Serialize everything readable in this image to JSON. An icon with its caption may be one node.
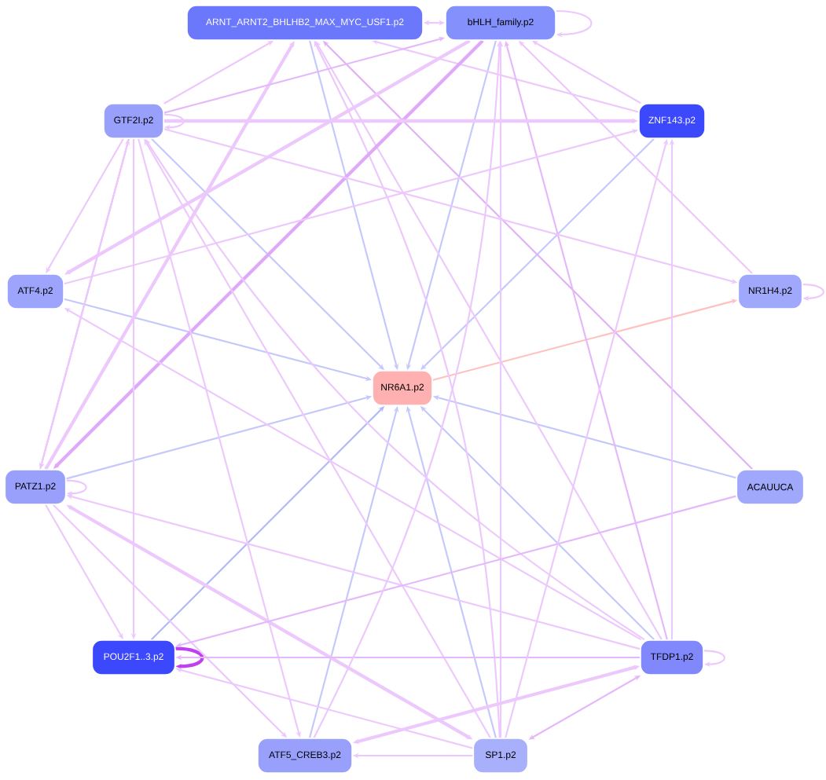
{
  "diagram": {
    "nodes": [
      {
        "text": [
          "ARNT_ARNT2_BHLHB2_MAX_MYC_USF1.p2"
        ]
      },
      {
        "text": [
          "bHLH_family.p2"
        ]
      },
      {
        "text": [
          "GTF2I.p2"
        ]
      },
      {
        "text": [
          "ZNF143.p2"
        ]
      },
      {
        "text": [
          "ATF4.p2"
        ]
      },
      {
        "text": [
          "NR1H4.p2"
        ]
      },
      {
        "text": [
          "NR6A1.p2"
        ]
      },
      {
        "text": [
          "PATZ1.p2"
        ]
      },
      {
        "text": [
          "ACAUUCA"
        ]
      },
      {
        "text": [
          "POU2F1..3.p2"
        ]
      },
      {
        "text": [
          "TFDP1.p2"
        ]
      },
      {
        "text": [
          "ATF5_CREB3.p2"
        ]
      },
      {
        "text": [
          "SP1.p2"
        ]
      }
    ],
    "edges": [
      {
        "from": 0,
        "to": 1,
        "arrow": "both"
      },
      {
        "from": 1,
        "to": 1,
        "arrow": "to"
      },
      {
        "from": 2,
        "to": 2,
        "arrow": "to"
      },
      {
        "from": 5,
        "to": 5,
        "arrow": "to"
      },
      {
        "from": 7,
        "to": 7,
        "arrow": "to"
      },
      {
        "from": 9,
        "to": 9,
        "arrow": "to",
        "style": "thick",
        "color": "#c040f0"
      },
      {
        "from": 10,
        "to": 10,
        "arrow": "to"
      },
      {
        "from": 0,
        "to": 6,
        "arrow": "to",
        "color": "#c4c8fc"
      },
      {
        "from": 1,
        "to": 6,
        "arrow": "to",
        "color": "#c4c8fc"
      },
      {
        "from": 2,
        "to": 6,
        "arrow": "to",
        "color": "#c4c8fc"
      },
      {
        "from": 3,
        "to": 6,
        "arrow": "to",
        "color": "#c4c8fc"
      },
      {
        "from": 4,
        "to": 6,
        "arrow": "to",
        "color": "#c4c8fc"
      },
      {
        "from": 7,
        "to": 6,
        "arrow": "to",
        "color": "#c4c8fc"
      },
      {
        "from": 9,
        "to": 6,
        "arrow": "to",
        "color": "#b0b8f8"
      },
      {
        "from": 11,
        "to": 6,
        "arrow": "to",
        "color": "#c4c8fc"
      },
      {
        "from": 12,
        "to": 6,
        "arrow": "to",
        "color": "#c4c8fc"
      },
      {
        "from": 8,
        "to": 6,
        "arrow": "to",
        "color": "#c4c8fc"
      },
      {
        "from": 10,
        "to": 6,
        "arrow": "to",
        "color": "#c4c8fc"
      },
      {
        "from": 6,
        "to": 5,
        "arrow": "to",
        "color": "#ffc0c0"
      },
      {
        "from": 2,
        "to": 0,
        "arrow": "to"
      },
      {
        "from": 7,
        "to": 0,
        "arrow": "to",
        "style": "thick"
      },
      {
        "from": 12,
        "to": 0,
        "arrow": "to"
      },
      {
        "from": 10,
        "to": 0,
        "arrow": "to"
      },
      {
        "from": 8,
        "to": 0,
        "arrow": "to",
        "color": "#e0b0f8"
      },
      {
        "from": 3,
        "to": 0,
        "arrow": "to"
      },
      {
        "from": 2,
        "to": 1,
        "arrow": "to",
        "color": "#e4b8fa"
      },
      {
        "from": 12,
        "to": 1,
        "arrow": "to"
      },
      {
        "from": 10,
        "to": 1,
        "arrow": "to",
        "color": "#e4b8fa"
      },
      {
        "from": 5,
        "to": 1,
        "arrow": "to"
      },
      {
        "from": 3,
        "to": 1,
        "arrow": "to"
      },
      {
        "from": 1,
        "to": 4,
        "arrow": "to",
        "style": "thick"
      },
      {
        "from": 1,
        "to": 7,
        "arrow": "to",
        "style": "thick",
        "color": "#e0a8f8"
      },
      {
        "from": 2,
        "to": 3,
        "arrow": "to",
        "style": "thick"
      },
      {
        "from": 2,
        "to": 5,
        "arrow": "to"
      },
      {
        "from": 2,
        "to": 4,
        "arrow": "to"
      },
      {
        "from": 2,
        "to": 9,
        "arrow": "to"
      },
      {
        "from": 2,
        "to": 11,
        "arrow": "to"
      },
      {
        "from": 12,
        "to": 2,
        "arrow": "to"
      },
      {
        "from": 10,
        "to": 2,
        "arrow": "to"
      },
      {
        "from": 2,
        "to": 7,
        "arrow": "to",
        "color": "#e4b8fa"
      },
      {
        "from": 7,
        "to": 2,
        "arrow": "to"
      },
      {
        "from": 4,
        "to": 3,
        "arrow": "to"
      },
      {
        "from": 10,
        "to": 4,
        "arrow": "to"
      },
      {
        "from": 10,
        "to": 7,
        "arrow": "to"
      },
      {
        "from": 7,
        "to": 12,
        "arrow": "both",
        "style": "thick"
      },
      {
        "from": 7,
        "to": 9,
        "arrow": "to"
      },
      {
        "from": 7,
        "to": 11,
        "arrow": "to"
      },
      {
        "from": 10,
        "to": 9,
        "arrow": "to",
        "color": "#e4b8fa"
      },
      {
        "from": 8,
        "to": 9,
        "arrow": "to",
        "color": "#e4b8fa"
      },
      {
        "from": 12,
        "to": 9,
        "arrow": "to"
      },
      {
        "from": 12,
        "to": 11,
        "arrow": "to"
      },
      {
        "from": 11,
        "to": 10,
        "arrow": "both",
        "style": "thick"
      },
      {
        "from": 12,
        "to": 10,
        "arrow": "both",
        "color": "#e4b8fa"
      },
      {
        "from": 12,
        "to": 3,
        "arrow": "to"
      },
      {
        "from": 10,
        "to": 3,
        "arrow": "to"
      },
      {
        "from": 11,
        "to": 1,
        "arrow": "to"
      }
    ]
  }
}
